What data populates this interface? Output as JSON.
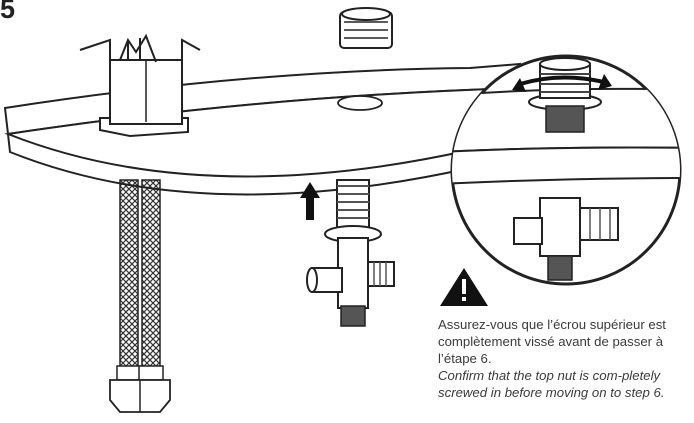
{
  "step": {
    "number": "5"
  },
  "warning": {
    "icon": "warning-triangle-icon",
    "french": "Assurez-vous que l’écrou supérieur est complètement vissé avant de passer à l’étape 6.",
    "english": "Confirm that the top nut is com-pletely screwed in before moving on to step 6."
  },
  "colors": {
    "line": "#222222",
    "fill": "#ffffff",
    "shade": "#555555",
    "text": "#3a3a3a"
  }
}
